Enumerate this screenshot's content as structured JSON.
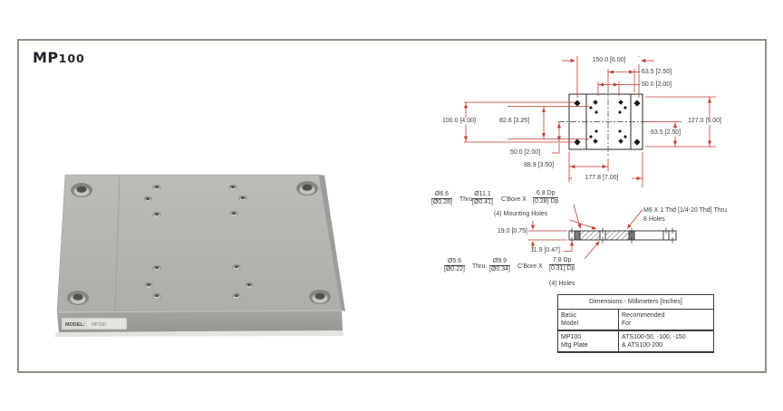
{
  "title": {
    "mp": "MP",
    "num": "100"
  },
  "plate3d": {
    "label_model": "MODEL:",
    "label_value": "MP100"
  },
  "dims": {
    "top_150": "150.0 [6.00]",
    "top_63_5": "63.5 [2.50]",
    "top_50": "50.0 [2.00]",
    "left_100": "100.0 [4.00]",
    "left_82_6": "82.6 [3.25]",
    "left_50": "50.0 [2.00]",
    "bottom_88_9": "88.9 [3.50]",
    "bottom_177_8": "177.8 [7.00]",
    "right_127": "127.0 [5.00]",
    "right_63_5": "63.5 [2.50]",
    "thickness_19": "19.0 [0.75]",
    "depth_11_9": "11.9 [0.47]"
  },
  "callouts": {
    "mounting": {
      "dia_mm": "Ø6.6",
      "dia_in": "[Ø0.28]",
      "thru": "Thru",
      "cbore_mm": "Ø11.1",
      "cbore_in": "[Ø0.41]",
      "cbore_label": "C'Bore X",
      "depth_mm": "6.8 Dp",
      "depth_in": "[0.28] Dp",
      "note": "(4) Mounting Holes"
    },
    "holes": {
      "dia_mm": "Ø5.6",
      "dia_in": "[Ø0.22]",
      "thru": "Thru",
      "cbore_mm": "Ø9.9",
      "cbore_in": "[Ø0.34]",
      "cbore_label": "C'Bore X",
      "depth_mm": "7.8 Dp",
      "depth_in": "[0.31] Dp",
      "note": "(4) Holes"
    },
    "thread": {
      "line1": "M6 X 1 Thd [1/4-20 Thd] Thru",
      "line2": "8 Holes"
    }
  },
  "table": {
    "title": "Dimensions - Millimeters [Inches]",
    "col1_header": [
      "Basic",
      "Model"
    ],
    "col2_header": [
      "Recommended",
      "For"
    ],
    "col1_value": [
      "MP100",
      "Mtg Plate"
    ],
    "col2_value": [
      "ATS100-50, -100, -150",
      "& ATS100-200"
    ]
  },
  "colors": {
    "dimension_red": "#c43b2e",
    "drawing_black": "#2a2a2a",
    "plate_gray": "#b2b4b0",
    "page_border": "#8f8f87"
  }
}
